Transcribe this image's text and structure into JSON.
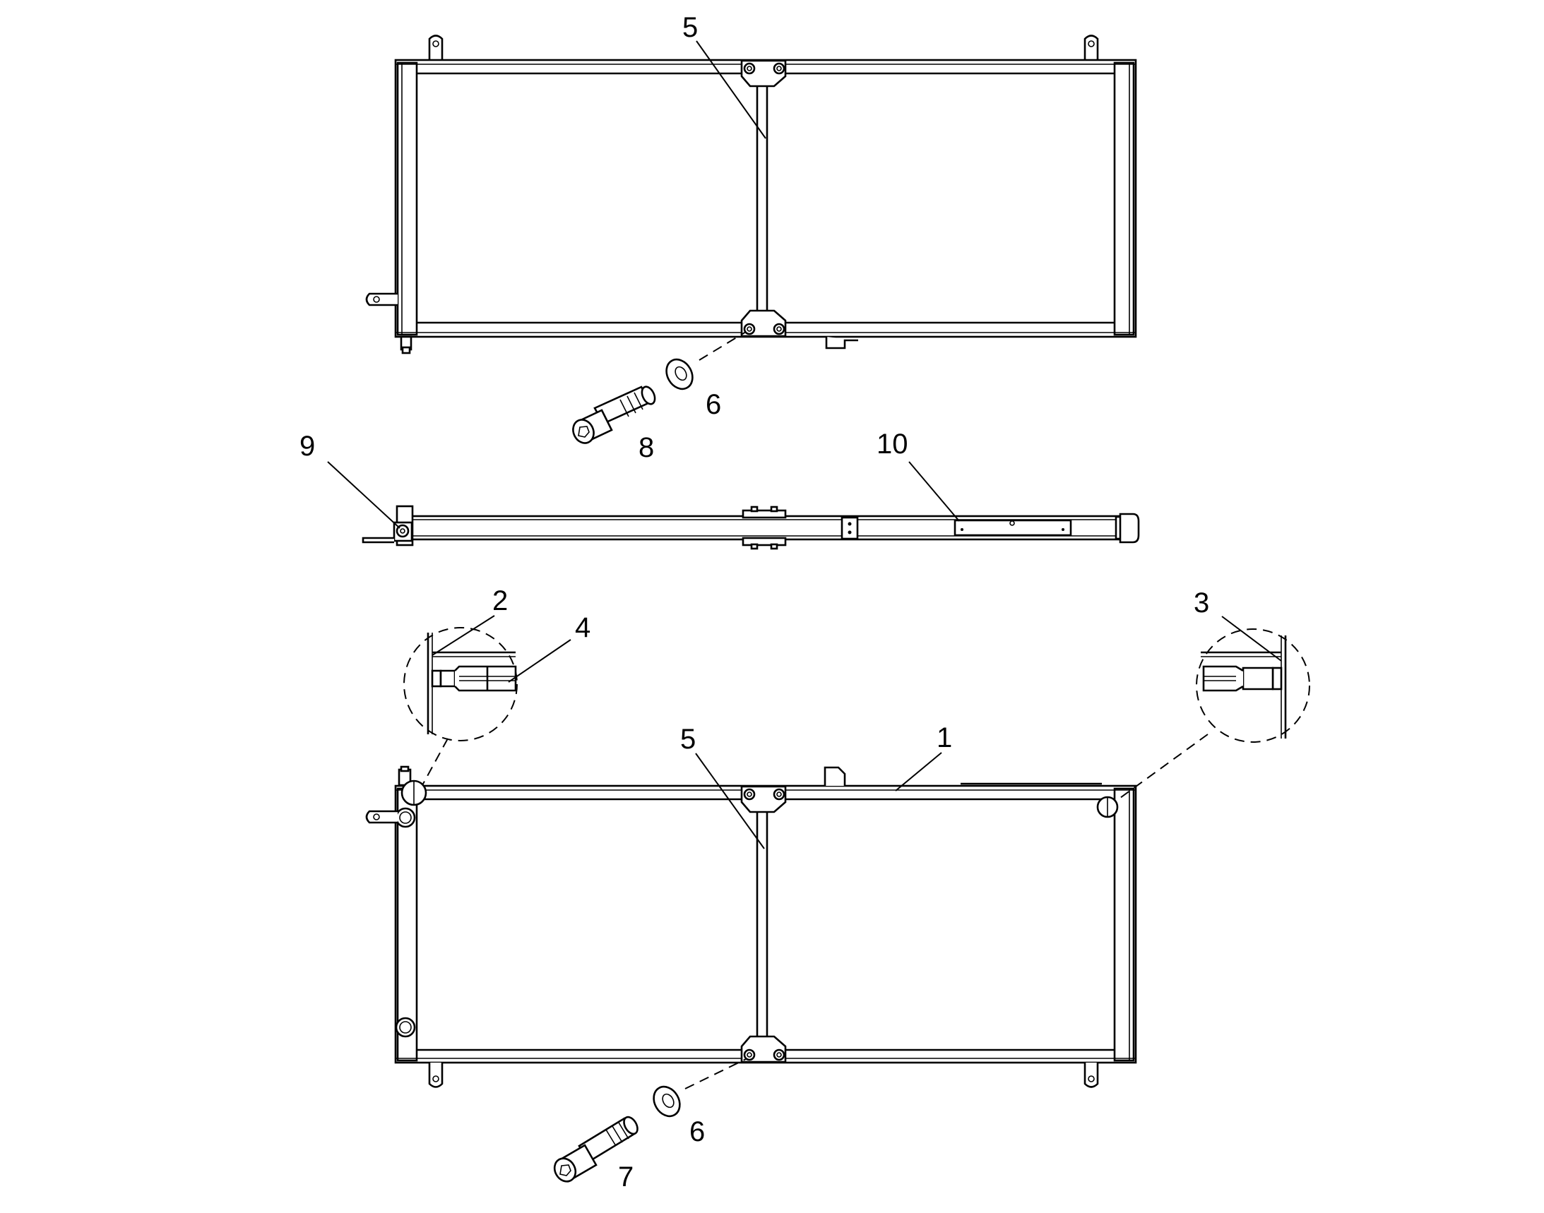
{
  "diagram": {
    "type": "exploded-parts-drawing",
    "callouts": [
      {
        "id": "c5_top",
        "label": "5"
      },
      {
        "id": "c6_top",
        "label": "6"
      },
      {
        "id": "c8",
        "label": "8"
      },
      {
        "id": "c9",
        "label": "9"
      },
      {
        "id": "c10",
        "label": "10"
      },
      {
        "id": "c2",
        "label": "2"
      },
      {
        "id": "c4",
        "label": "4"
      },
      {
        "id": "c3",
        "label": "3"
      },
      {
        "id": "c5_bottom",
        "label": "5"
      },
      {
        "id": "c1",
        "label": "1"
      },
      {
        "id": "c6_bottom",
        "label": "6"
      },
      {
        "id": "c7",
        "label": "7"
      }
    ]
  }
}
